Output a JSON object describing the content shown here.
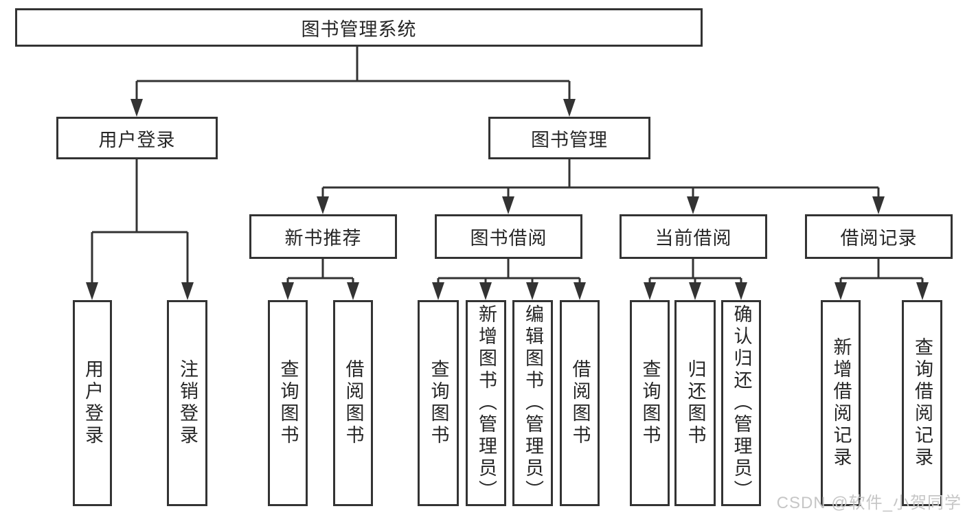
{
  "root": {
    "label": "图书管理系统"
  },
  "level2": [
    {
      "label": "用户登录"
    },
    {
      "label": "图书管理"
    }
  ],
  "level3": [
    {
      "label": "新书推荐"
    },
    {
      "label": "图书借阅"
    },
    {
      "label": "当前借阅"
    },
    {
      "label": "借阅记录"
    }
  ],
  "leaves": {
    "user_login": [
      "用户登录",
      "注销登录"
    ],
    "new_book_recommend": [
      "查询图书",
      "借阅图书"
    ],
    "book_borrow": [
      "查询图书",
      "新增图书（管理员）",
      "编辑图书（管理员）",
      "借阅图书"
    ],
    "current_borrow": [
      "查询图书",
      "归还图书",
      "确认归还（管理员）"
    ],
    "borrow_records": [
      "新增借阅记录",
      "查询借阅记录"
    ]
  },
  "watermark": {
    "text": "CSDN @软件_小贺同学"
  },
  "colors": {
    "line": "#333333",
    "text": "#262626",
    "background": "#ffffff",
    "watermark": "#c6c6c6"
  }
}
